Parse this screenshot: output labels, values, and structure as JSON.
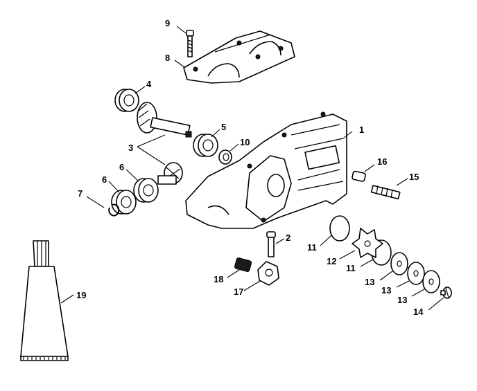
{
  "labels": {
    "p1": "1",
    "p2": "2",
    "p3": "3",
    "p4": "4",
    "p5": "5",
    "p6a": "6",
    "p6b": "6",
    "p7": "7",
    "p8": "8",
    "p9": "9",
    "p10": "10",
    "p11a": "11",
    "p11b": "11",
    "p12": "12",
    "p13a": "13",
    "p13b": "13",
    "p13c": "13",
    "p14": "14",
    "p15": "15",
    "p16": "16",
    "p17": "17",
    "p18": "18",
    "p19": "19"
  }
}
